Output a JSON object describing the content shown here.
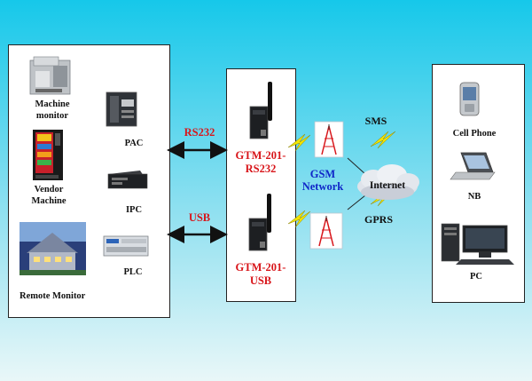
{
  "devices": {
    "machine_monitor": "Machine\nmonitor",
    "vendor_machine": "Vendor\nMachine",
    "remote_monitor": "Remote Monitor",
    "pac": "PAC",
    "ipc": "IPC",
    "plc": "PLC",
    "cell_phone": "Cell Phone",
    "nb": "NB",
    "pc": "PC"
  },
  "links": {
    "rs232": "RS232",
    "usb": "USB",
    "sms": "SMS",
    "gprs": "GPRS"
  },
  "modems": {
    "gtm_rs232": "GTM-201-\nRS232",
    "gtm_usb": "GTM-201-\nUSB"
  },
  "network": {
    "gsm": "GSM\nNetwork",
    "internet": "Internet"
  },
  "colors": {
    "label_red": "#d8151a",
    "label_blue": "#1027c8",
    "lightning": "#f2e400"
  }
}
